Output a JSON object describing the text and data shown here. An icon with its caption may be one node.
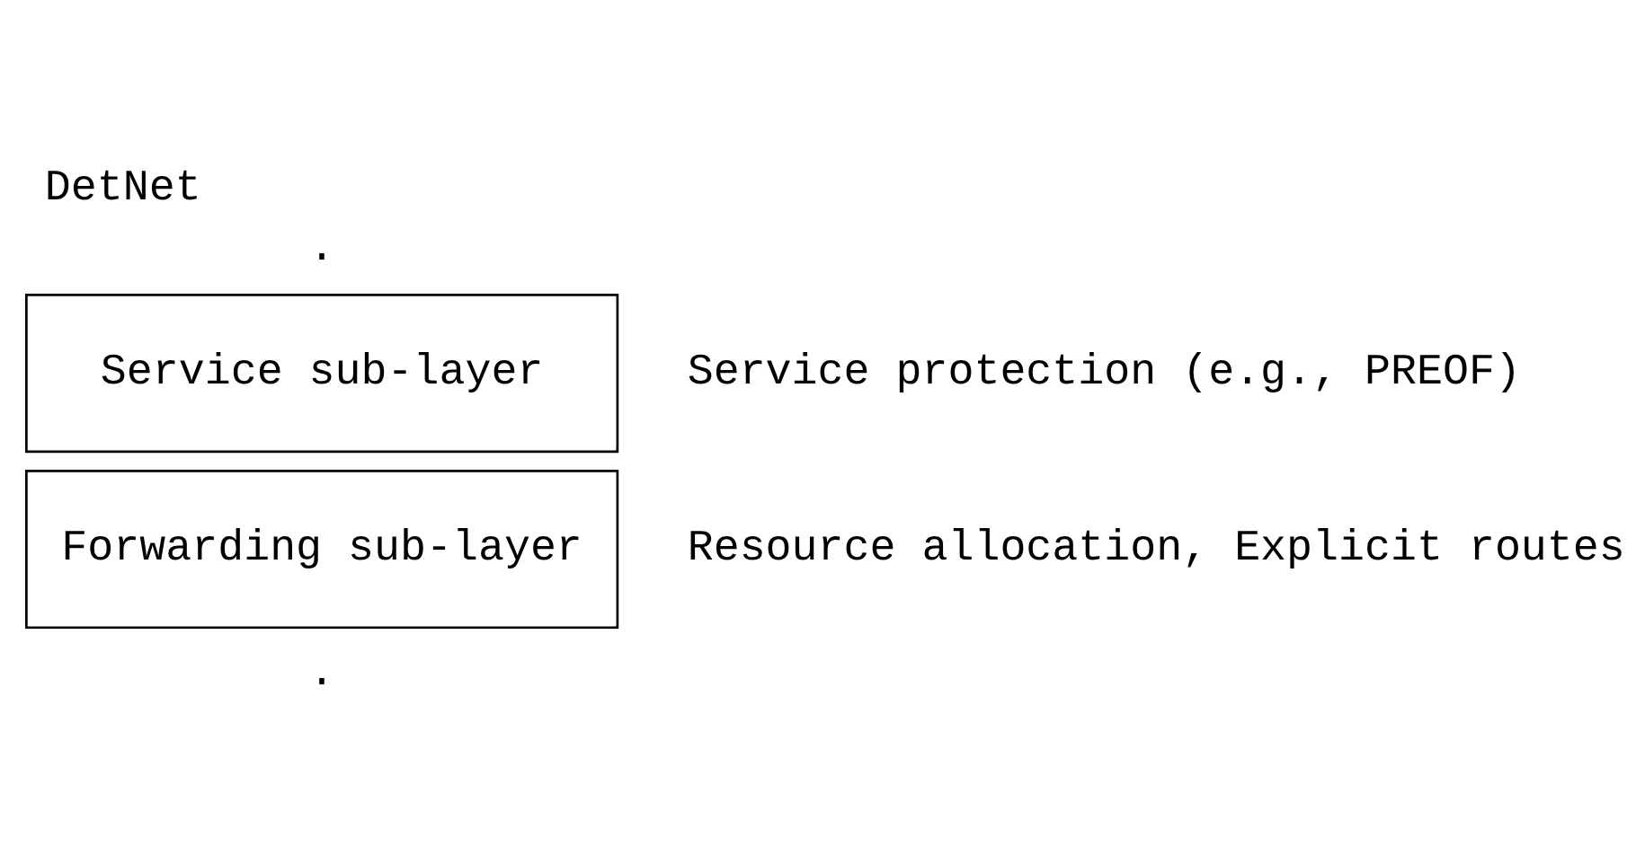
{
  "diagram": {
    "title": "DetNet",
    "nodes": [
      {
        "text": [
          "Service sub-layer"
        ],
        "beside": [
          "Service protection (e.g., PREOF)"
        ]
      },
      {
        "text": [
          "Forwarding sub-layer"
        ],
        "beside": [
          "Resource allocation, Explicit routes"
        ]
      }
    ],
    "labels": [
      ".",
      "."
    ]
  }
}
